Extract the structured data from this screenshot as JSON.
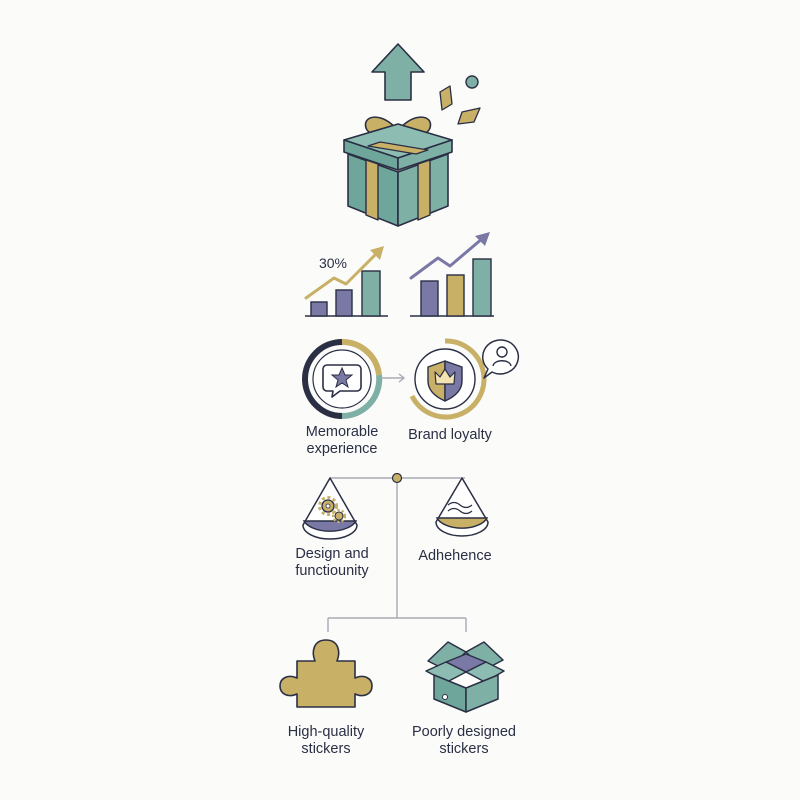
{
  "colors": {
    "teal": "#7fb0a6",
    "gold": "#c9b067",
    "purple": "#7a79a6",
    "navy": "#2a2f44",
    "line": "#a9a9b4"
  },
  "icons": {
    "top": [
      "arrow-up-icon",
      "gift-box-icon",
      "confetti-icon"
    ],
    "charts": [
      "bar-chart-growth-icon",
      "bar-chart-trend-icon"
    ],
    "loyalty": [
      "star-speech-bubble-icon",
      "crown-shield-icon",
      "user-speech-bubble-icon"
    ],
    "balance": [
      "gear-scale-pan-icon",
      "wave-scale-pan-icon"
    ],
    "outcomes": [
      "puzzle-piece-icon",
      "open-box-icon"
    ]
  },
  "chart_left": {
    "percent_label": "30%"
  },
  "labels": {
    "memorable_line1": "Memorable",
    "memorable_line2": "experience",
    "brand_loyalty": "Brand loyalty",
    "design_line1": "Design and",
    "design_line2": "functiounity",
    "adhehence": "Adhehence",
    "high_quality_line1": "High-quality",
    "high_quality_line2": "stickers",
    "poorly_line1": "Poorly designed",
    "poorly_line2": "stickers"
  }
}
